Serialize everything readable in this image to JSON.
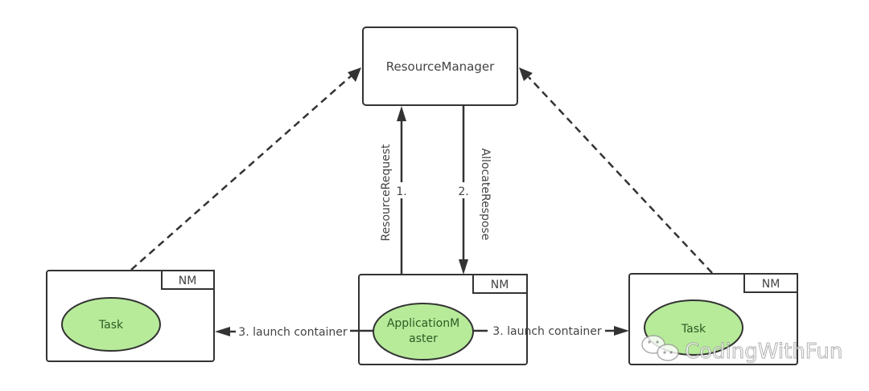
{
  "diagram": {
    "resource_manager": {
      "label": "ResourceManager"
    },
    "nodes": [
      {
        "id": "nm-left",
        "tag": "NM",
        "component": "Task"
      },
      {
        "id": "nm-center",
        "tag": "NM",
        "component_line1": "ApplicationM",
        "component_line2": "aster"
      },
      {
        "id": "nm-right",
        "tag": "NM",
        "component": "Task"
      }
    ],
    "edges": {
      "resource_request": {
        "step": "1.",
        "label": "ResourceRequest"
      },
      "allocate_response": {
        "step": "2.",
        "label": "AllocateRespose"
      },
      "launch_left": {
        "label": "3. launch container"
      },
      "launch_right": {
        "label": "3. launch container"
      }
    },
    "colors": {
      "component_fill": "#b7eb9a",
      "stroke": "#333333"
    }
  },
  "watermark": {
    "text": "CodingWithFun",
    "icon": "wechat-icon"
  }
}
